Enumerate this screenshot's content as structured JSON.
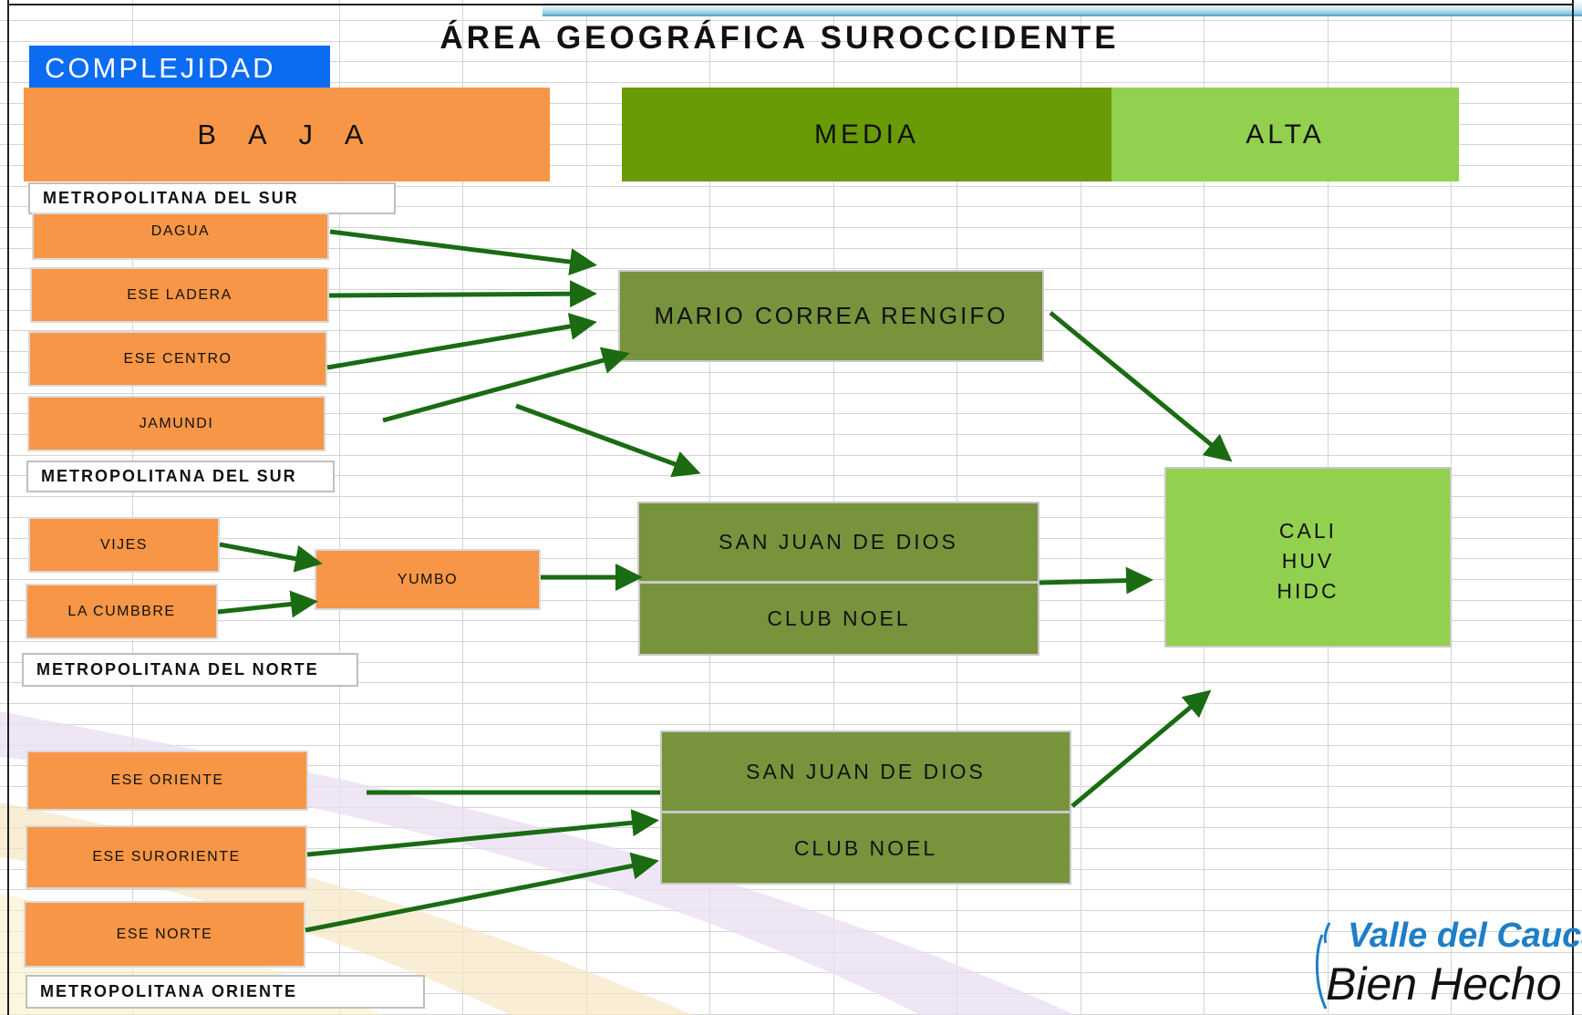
{
  "title": "ÁREA GEOGRÁFICA SUROCCIDENTE",
  "complejidad_label": "COMPLEJIDAD",
  "levels": {
    "baja": "B A J A",
    "media": "MEDIA",
    "alta": "ALTA"
  },
  "regions": {
    "sur_1": "METROPOLITANA DEL SUR",
    "sur_2": "METROPOLITANA DEL SUR",
    "norte": "METROPOLITANA DEL NORTE",
    "oriente": "METROPOLITANA ORIENTE"
  },
  "baja_nodes": {
    "dagua": "DAGUA",
    "ese_ladera": "ESE LADERA",
    "ese_centro": "ESE CENTRO",
    "jamundi": "JAMUNDI",
    "vijes": "VIJES",
    "la_cumbbre": "LA CUMBBRE",
    "yumbo": "YUMBO",
    "ese_oriente": "ESE ORIENTE",
    "ese_suroriente": "ESE SURORIENTE",
    "ese_norte": "ESE NORTE"
  },
  "media_nodes": {
    "mario_correa": "MARIO CORREA RENGIFO",
    "san_juan_1": "SAN JUAN DE DIOS",
    "club_noel_1": "CLUB NOEL",
    "san_juan_2": "SAN JUAN DE DIOS",
    "club_noel_2": "CLUB NOEL"
  },
  "alta_node": "CALI\nHUV\nHIDC",
  "logo": {
    "line1": "Valle del Cauca",
    "line2": "Bien Hecho"
  },
  "colors": {
    "baja": "#f79646",
    "media": "#689b06",
    "media_box": "#77933c",
    "alta": "#92d050",
    "complejidad": "#0b6cf2",
    "arrow": "#1a6b12",
    "logo": "#1e7ec8"
  }
}
